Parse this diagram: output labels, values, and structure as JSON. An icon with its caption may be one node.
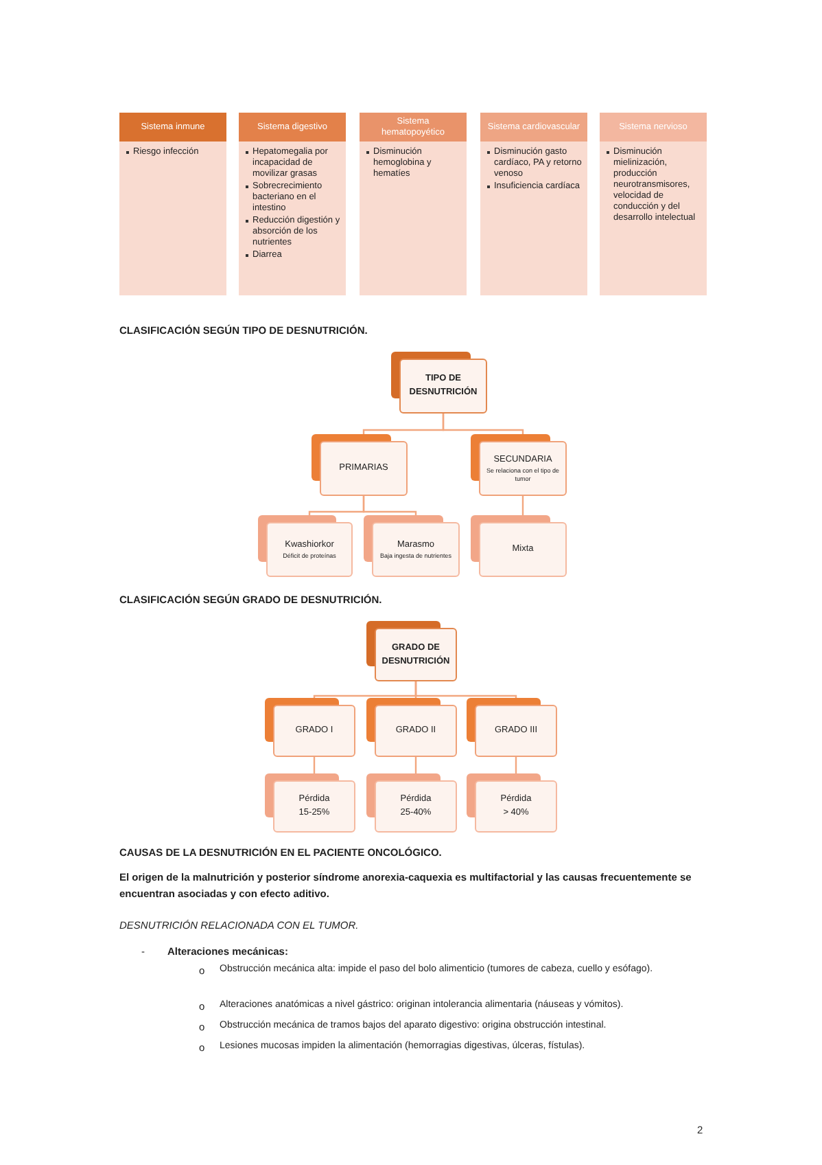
{
  "diagram": {
    "nodes": [
      {
        "text": [
          "Sistema inmune"
        ]
      },
      {
        "text": [
          "Riesgo infección"
        ]
      },
      {
        "text": [
          "Sistema digestivo"
        ]
      },
      {
        "text": [
          "Hepatomegalia por incapacidad de movilizar grasas",
          "Sobrecrecimiento bacteriano en el intestino",
          "Reducción digestión y absorción de los nutrientes",
          "Diarrea"
        ]
      },
      {
        "text": [
          "Sistema hematopoyético"
        ]
      },
      {
        "text": [
          "Disminución hemoglobina y hematíes"
        ]
      },
      {
        "text": [
          "Sistema cardiovascular"
        ]
      },
      {
        "text": [
          "Disminución gasto cardíaco, PA y retorno venoso",
          "Insuficiencia cardíaca"
        ]
      },
      {
        "text": [
          "Sistema nervioso"
        ]
      },
      {
        "text": [
          "Disminución mielinización, producción neurotransmisores, velocidad de conducción y del desarrollo intelectual"
        ]
      },
      {
        "text": [
          "TIPO DE DESNUTRICIÓN"
        ]
      },
      {
        "text": [
          "PRIMARIAS"
        ]
      },
      {
        "text": [
          "SECUNDARIA",
          "Se relaciona con el tipo de tumor"
        ]
      },
      {
        "text": [
          "Kwashiorkor",
          "Déficit de proteínas"
        ]
      },
      {
        "text": [
          "Marasmo",
          "Baja ingesta de nutrientes"
        ]
      },
      {
        "text": [
          "Mixta"
        ]
      },
      {
        "text": [
          "GRADO DE DESNUTRICIÓN"
        ]
      },
      {
        "text": [
          "GRADO I"
        ]
      },
      {
        "text": [
          "GRADO II"
        ]
      },
      {
        "text": [
          "GRADO III"
        ]
      },
      {
        "text": [
          "Pérdida",
          "15-25%"
        ]
      },
      {
        "text": [
          "Pérdida",
          "25-40%"
        ]
      },
      {
        "text": [
          "Pérdida",
          "> 40%"
        ]
      }
    ],
    "edges": [
      {
        "from": 10,
        "to": 11,
        "arrow": "none"
      },
      {
        "from": 10,
        "to": 12,
        "arrow": "none"
      },
      {
        "from": 11,
        "to": 13,
        "arrow": "none"
      },
      {
        "from": 11,
        "to": 14,
        "arrow": "none"
      },
      {
        "from": 12,
        "to": 15,
        "arrow": "none"
      },
      {
        "from": 16,
        "to": 17,
        "arrow": "none"
      },
      {
        "from": 16,
        "to": 18,
        "arrow": "none"
      },
      {
        "from": 16,
        "to": 19,
        "arrow": "none"
      },
      {
        "from": 17,
        "to": 20,
        "arrow": "none"
      },
      {
        "from": 18,
        "to": 21,
        "arrow": "none"
      },
      {
        "from": 19,
        "to": 22,
        "arrow": "none"
      }
    ],
    "labels": [
      "CLASIFICACIÓN SEGÚN TIPO DE DESNUTRICIÓN.",
      "CLASIFICACIÓN SEGÚN GRADO DE DESNUTRICIÓN.",
      "CAUSAS DE LA DESNUTRICIÓN EN EL PACIENTE ONCOLÓGICO.",
      "El origen de la malnutrición y posterior síndrome anorexia-caquexia es multifactorial y las causas frecuentemente se encuentran asociadas y con efecto aditivo.",
      "DESNUTRICIÓN RELACIONADA CON EL TUMOR.",
      "-",
      "Alteraciones mecánicas:",
      "o",
      "Obstrucción mecánica alta: impide el paso del bolo alimenticio (tumores de cabeza, cuello y esófago).",
      "o",
      "Alteraciones anatómicas a nivel gástrico: originan intolerancia alimentaria (náuseas y vómitos).",
      "o",
      "Obstrucción mecánica de tramos bajos del aparato digestivo: origina obstrucción intestinal.",
      "o",
      "Lesiones mucosas impiden la alimentación (hemorragias digestivas, úlceras, fístulas).",
      "2"
    ]
  }
}
